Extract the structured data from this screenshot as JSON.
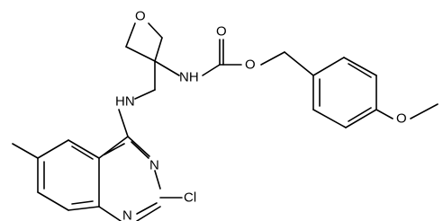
{
  "molecule": {
    "atom_labels": {
      "oxetane_o": "O",
      "carbamate_nh": "NH",
      "carbonyl_o": "O",
      "ester_o": "O",
      "methoxy_o": "O",
      "amine_nh": "HN",
      "n_top": "N",
      "n_bottom": "N",
      "chlorine": "Cl"
    }
  }
}
